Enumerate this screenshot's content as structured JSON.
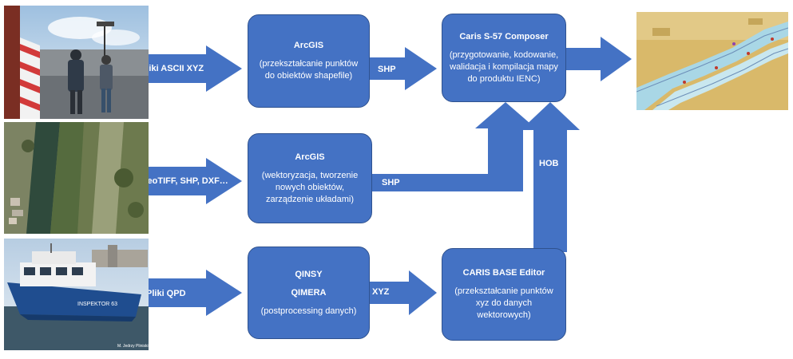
{
  "inputs": {
    "ascii": "Pliki ASCII XYZ",
    "geotiff": "GeoTIFF, SHP, DXF…",
    "qpd": "Pliki QPD"
  },
  "boxes": {
    "arcgis1": {
      "title": "ArcGIS",
      "desc": "(przekształcanie punktów do obiektów shapefile)"
    },
    "arcgis2": {
      "title": "ArcGIS",
      "desc": "(wektoryzacja, tworzenie nowych obiektów, zarządzenie układami)"
    },
    "qinsy": {
      "title1": "QINSY",
      "title2": "QIMERA",
      "desc": "(postprocessing danych)"
    },
    "caris_base": {
      "title": "CARIS BASE Editor",
      "desc": "(przekształcanie punktów xyz do danych wektorowych)"
    },
    "caris_s57": {
      "title": "Caris S-57 Composer",
      "desc": "(przygotowanie, kodowanie, walidacja i kompilacja mapy do produktu IENC)"
    }
  },
  "connectors": {
    "shp1": "SHP",
    "shp2": "SHP",
    "xyz": "XYZ",
    "hob": "HOB"
  },
  "photos": {
    "boat_name": "INSPEKTOR 63",
    "credit": "M. Jedrzy Pliniski"
  },
  "colors": {
    "box_fill": "#4472c4",
    "box_border": "#2f528f",
    "arrow": "#4472c4"
  }
}
